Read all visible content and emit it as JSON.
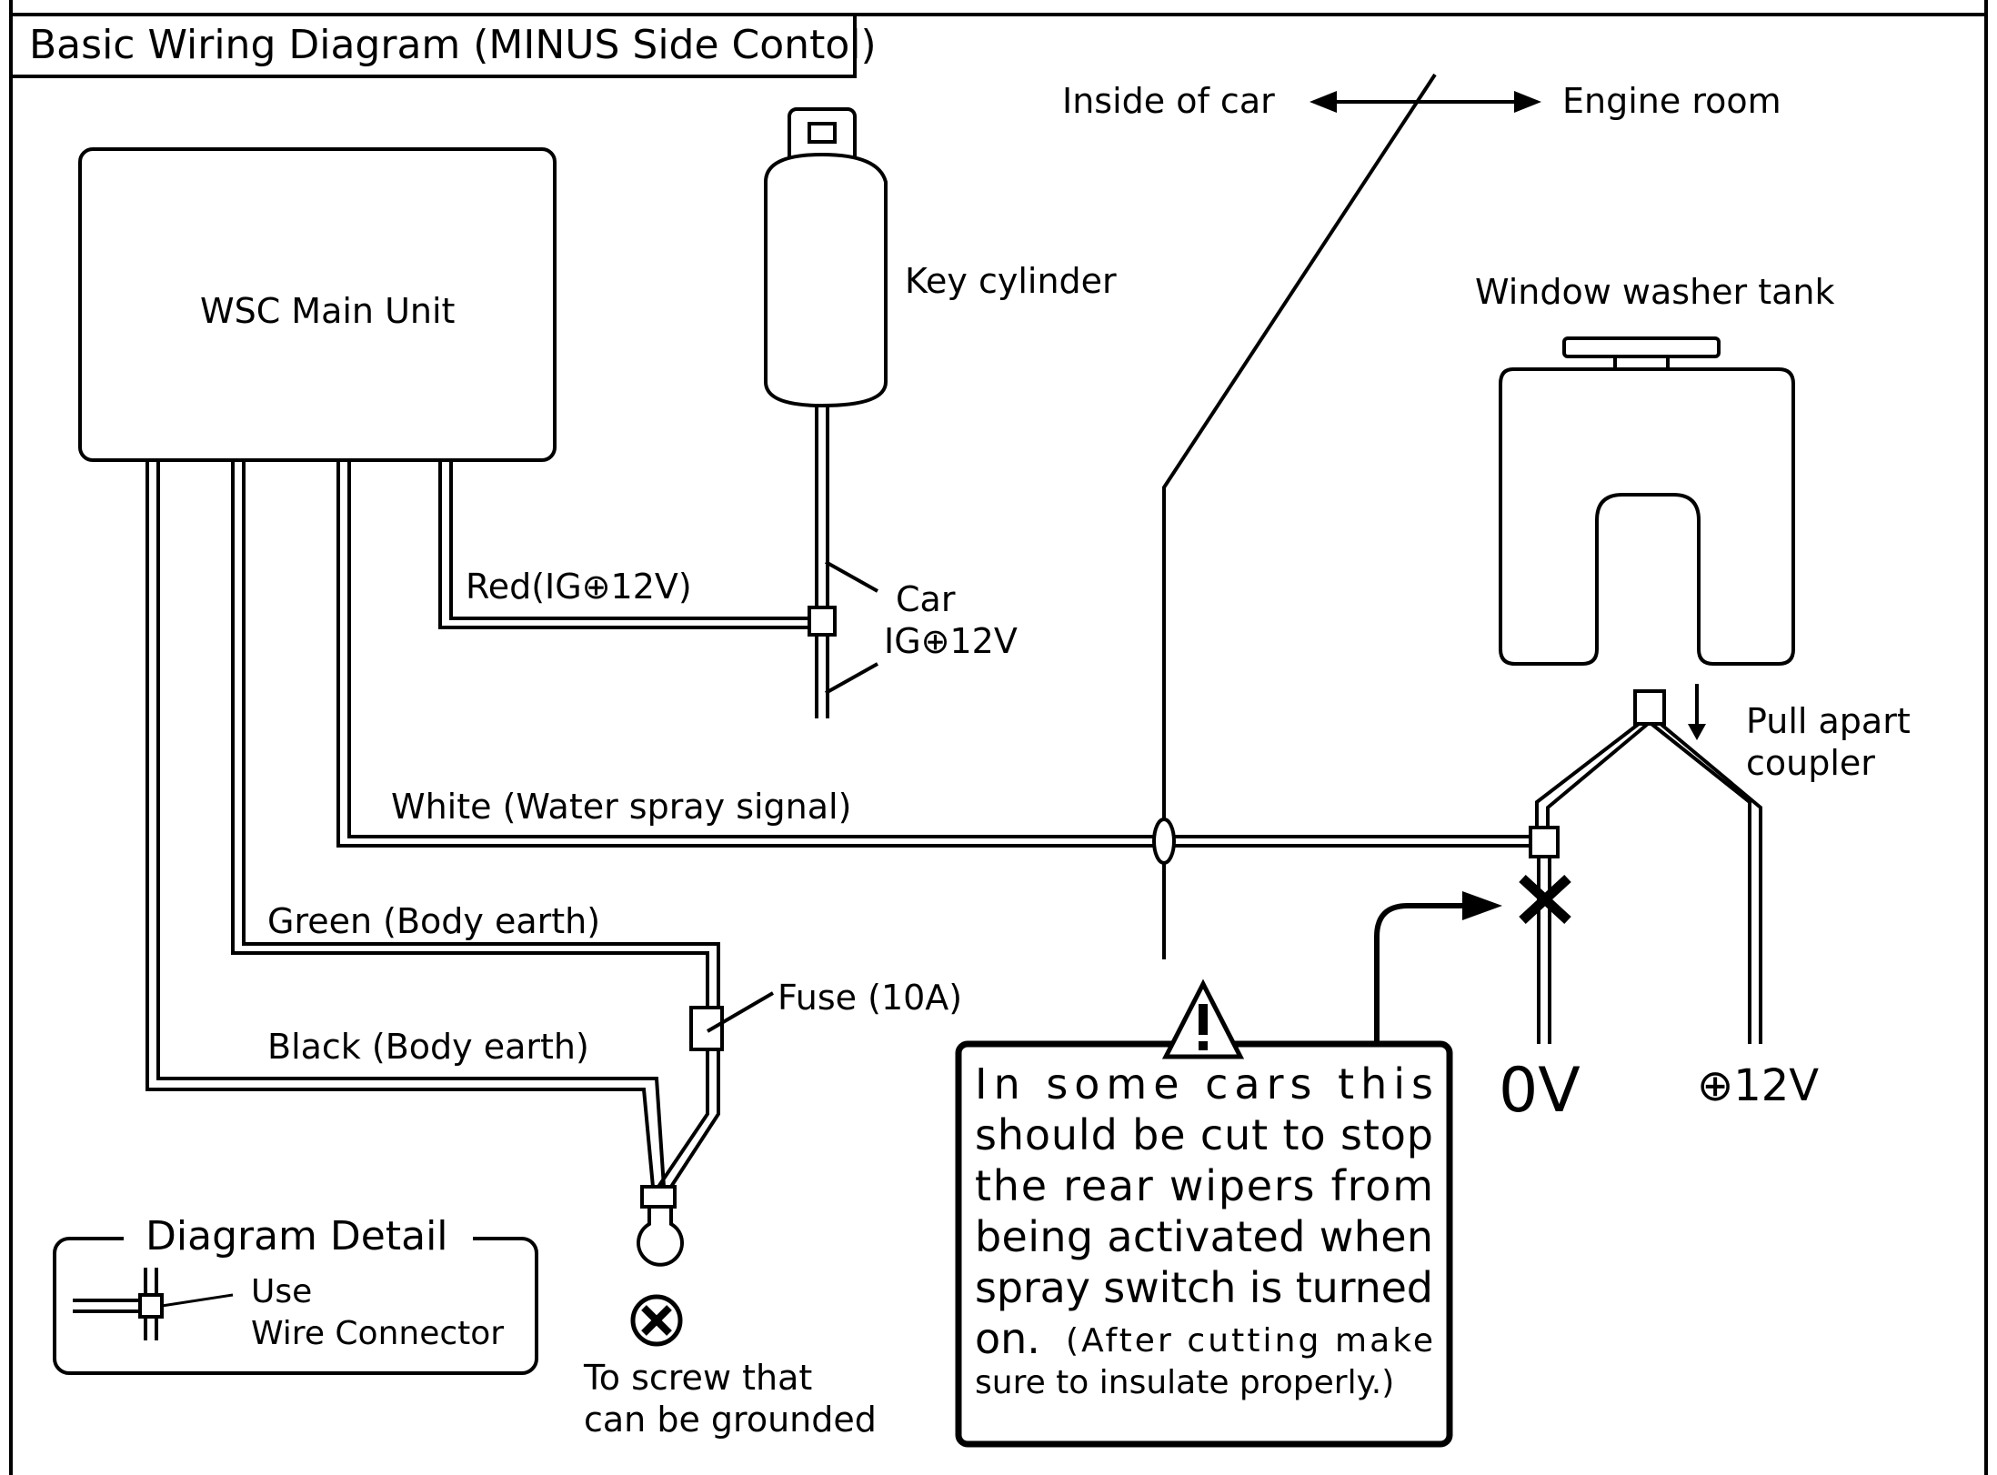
{
  "title": "Basic Wiring Diagram (MINUS Side Contol)",
  "boundary": {
    "inside": "Inside of car",
    "engine": "Engine room"
  },
  "components": {
    "main_unit": "WSC Main Unit",
    "key_cylinder": "Key cylinder",
    "washer_tank": "Window washer tank",
    "coupler_line1": "Pull apart",
    "coupler_line2": "coupler",
    "car_ig_line1": "Car",
    "car_ig_line2": "IG⊕12V"
  },
  "wires": {
    "red": "Red(IG⊕12V)",
    "white": "White (Water spray signal)",
    "green": "Green (Body earth)",
    "black": "Black (Body earth)",
    "fuse": "Fuse (10A)"
  },
  "voltages": {
    "zero": "0V",
    "plus12": "⊕12V"
  },
  "ground": {
    "line1": "To screw that",
    "line2": "can be grounded"
  },
  "detail": {
    "title": "Diagram Detail",
    "line1": "Use",
    "line2": "Wire Connector"
  },
  "warning": {
    "lines": [
      "In some cars this",
      "should be cut to stop",
      "the rear wipers from",
      "being activated when",
      "spray switch is turned"
    ],
    "last_big": "on.",
    "last_small": "(After cutting make",
    "final": "sure to insulate properly.)"
  }
}
